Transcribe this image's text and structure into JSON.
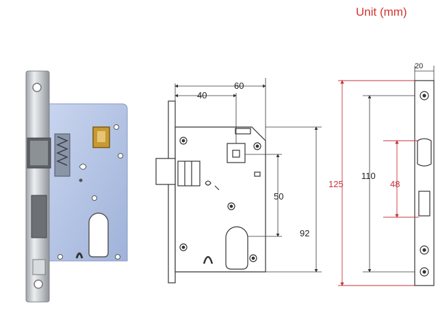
{
  "title": "Unit (mm)",
  "colors": {
    "accent_red": "#d2322d",
    "line": "#333333",
    "plate_steel": "#c9ccd0",
    "body_blue": "#b8c7e6"
  },
  "front_view": {
    "width_total": "60",
    "backset": "40",
    "hole_spacing": "50",
    "body_height": "92"
  },
  "side_view": {
    "faceplate_width": "20",
    "faceplate_height": "125",
    "body_height": "110",
    "latch_deadbolt_spacing": "48"
  }
}
